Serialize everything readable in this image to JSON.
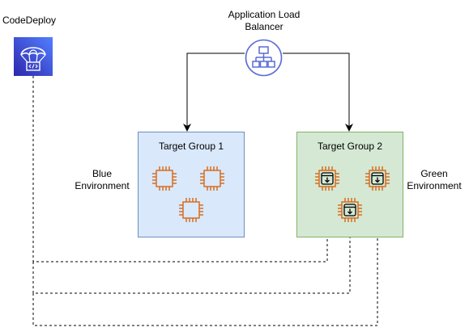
{
  "diagram": {
    "codedeploy_label": "CodeDeploy",
    "alb_label_line1": "Application Load",
    "alb_label_line2": "Balancer",
    "target_group_1": {
      "label": "Target Group 1",
      "fill": "#dae8fc",
      "border": "#6c8ebf"
    },
    "target_group_2": {
      "label": "Target Group 2",
      "fill": "#d5e8d4",
      "border": "#82b366"
    },
    "blue_env_line1": "Blue",
    "blue_env_line2": "Environment",
    "green_env_line1": "Green",
    "green_env_line2": "Environment"
  },
  "icons": {
    "codedeploy": "codedeploy-icon",
    "alb": "application-load-balancer-icon",
    "instance": "ec2-instance-icon",
    "instance_deploy": "ec2-instance-with-deploy-arrow-icon"
  },
  "colors": {
    "codedeploy_bg": "#3b48cc",
    "alb_stroke": "#5a6bd5",
    "ec2_orange": "#d86613",
    "blue_fill": "#dae8fc",
    "green_fill": "#d5e8d4"
  }
}
